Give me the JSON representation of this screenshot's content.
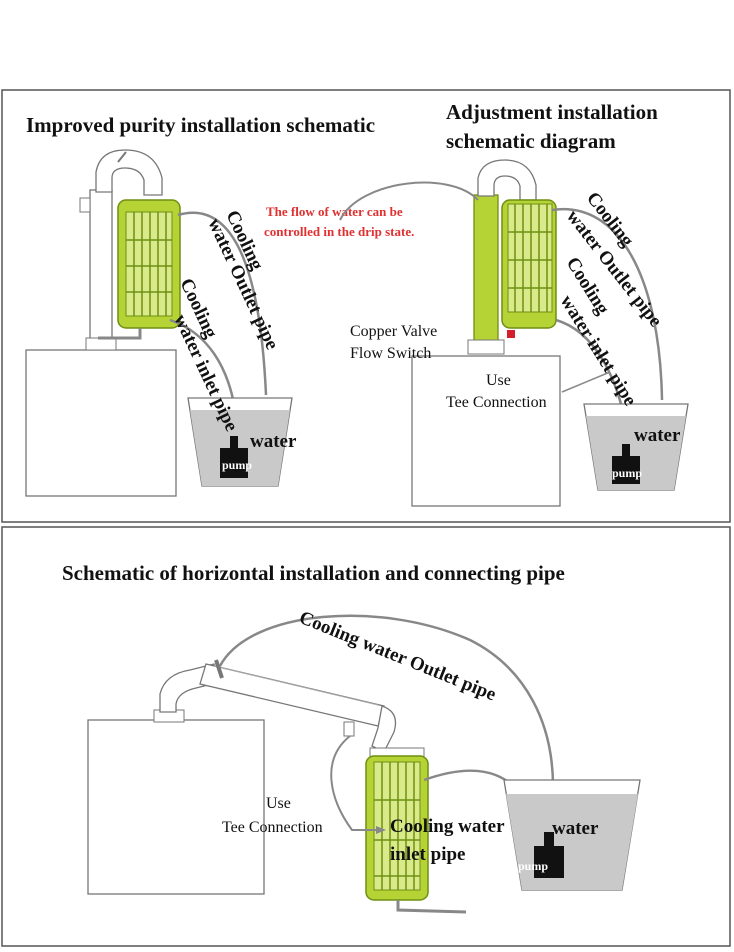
{
  "colors": {
    "cooler_green": "#b5d334",
    "cooler_dark": "#6f8f12",
    "water_fill": "#c9c9c9",
    "note_red": "#e03030",
    "valve_red": "#d21f2a"
  },
  "panel1": {
    "title": "Improved purity installation schematic",
    "outlet_label_1": "Cooling",
    "outlet_label_2": "water Outlet pipe",
    "inlet_label_1": "Cooling",
    "inlet_label_2": "water inlet pipe",
    "water": "water",
    "pump": "pump"
  },
  "panel2": {
    "title_line1": "Adjustment installation",
    "title_line2": "schematic diagram",
    "note_line1": "The flow of water can be",
    "note_line2": "controlled in the drip state.",
    "valve_line1": "Copper Valve",
    "valve_line2": "Flow Switch",
    "tee_line1": "Use",
    "tee_line2": "Tee Connection",
    "outlet_label_1": "Cooling",
    "outlet_label_2": "water Outlet pipe",
    "inlet_label_1": "Cooling",
    "inlet_label_2": "water inlet pipe",
    "water": "water",
    "pump": "pump"
  },
  "panel3": {
    "title": "Schematic of horizontal installation and connecting pipe",
    "outlet_label": "Cooling water Outlet pipe",
    "tee_line1": "Use",
    "tee_line2": "Tee Connection",
    "inlet_line1": "Cooling water",
    "inlet_line2": "inlet pipe",
    "water": "water",
    "pump": "pump"
  }
}
